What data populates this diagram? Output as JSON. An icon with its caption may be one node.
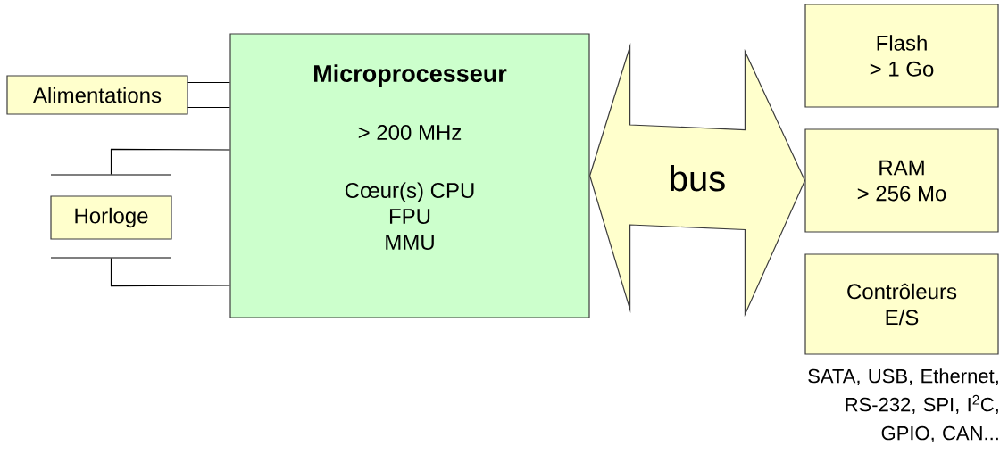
{
  "diagram": {
    "nodes": [
      {
        "text": [
          "Alimentations"
        ]
      },
      {
        "text": [
          "Microprocesseur",
          ">  200 MHz",
          "Cœur(s) CPU",
          "FPU",
          "MMU"
        ]
      },
      {
        "text": [
          "Horloge"
        ]
      },
      {
        "text": [
          "Flash",
          "> 1 Go"
        ]
      },
      {
        "text": [
          "RAM",
          "> 256 Mo"
        ]
      },
      {
        "text": [
          "Contrôleurs",
          "E/S"
        ],
        "beside": [
          "SATA, USB, Ethernet, RS-232, SPI, I$^{2}$C, GPIO, CAN..."
        ]
      }
    ],
    "edges": [
      {
        "from": 0,
        "to": 1,
        "arrow": "none"
      },
      {
        "from": 0,
        "to": 1,
        "arrow": "none"
      },
      {
        "from": 0,
        "to": 1,
        "arrow": "none"
      },
      {
        "from": 2,
        "to": 1,
        "arrow": "none"
      },
      {
        "from": 2,
        "to": 1,
        "arrow": "none"
      },
      {
        "from": 1,
        "to": 4,
        "arrow": "both",
        "label": "bus",
        "style": "thick"
      }
    ]
  }
}
